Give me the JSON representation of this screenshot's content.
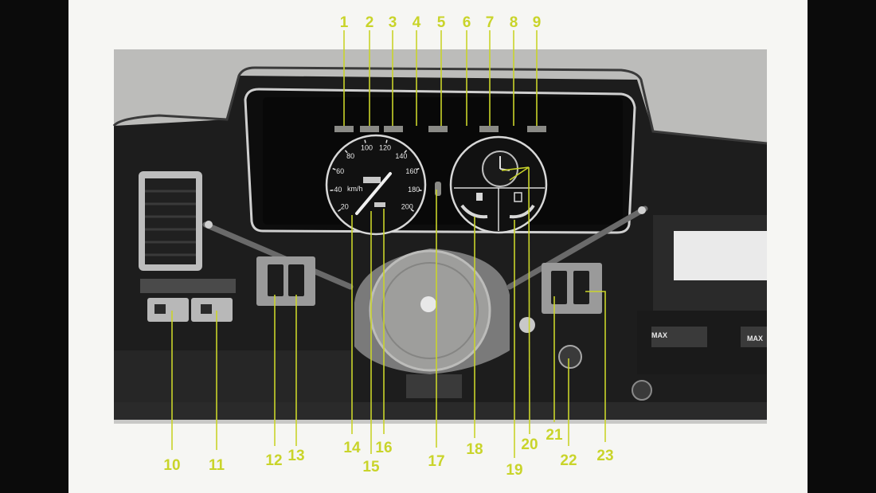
{
  "colors": {
    "callout": "#c9d42a",
    "background": "#0b0b0b",
    "paper": "#f6f6f3",
    "dashboard": "#1d1d1d"
  },
  "callouts": {
    "c1": "1",
    "c2": "2",
    "c3": "3",
    "c4": "4",
    "c5": "5",
    "c6": "6",
    "c7": "7",
    "c8": "8",
    "c9": "9",
    "c10": "10",
    "c11": "11",
    "c12": "12",
    "c13": "13",
    "c14": "14",
    "c15": "15",
    "c16": "16",
    "c17": "17",
    "c18": "18",
    "c19": "19",
    "c20": "20",
    "c21": "21",
    "c22": "22",
    "c23": "23"
  },
  "speedometer": {
    "unit": "km/h",
    "ticks": [
      "20",
      "40",
      "60",
      "80",
      "100",
      "120",
      "140",
      "160",
      "180",
      "200"
    ]
  },
  "heater_panel": {
    "max_left": "MAX",
    "max_right": "MAX"
  },
  "icons": [
    "air-vent",
    "light-switch-stalk",
    "wiper-stalk",
    "rear-fog-switch",
    "rear-window-heater-switch",
    "hazard-switch",
    "fan-switch",
    "speedometer",
    "steering-wheel-hub",
    "coolant-temp-gauge",
    "fuel-gauge",
    "clock",
    "ignition-lock",
    "choke-knob",
    "radio",
    "heater-control"
  ]
}
